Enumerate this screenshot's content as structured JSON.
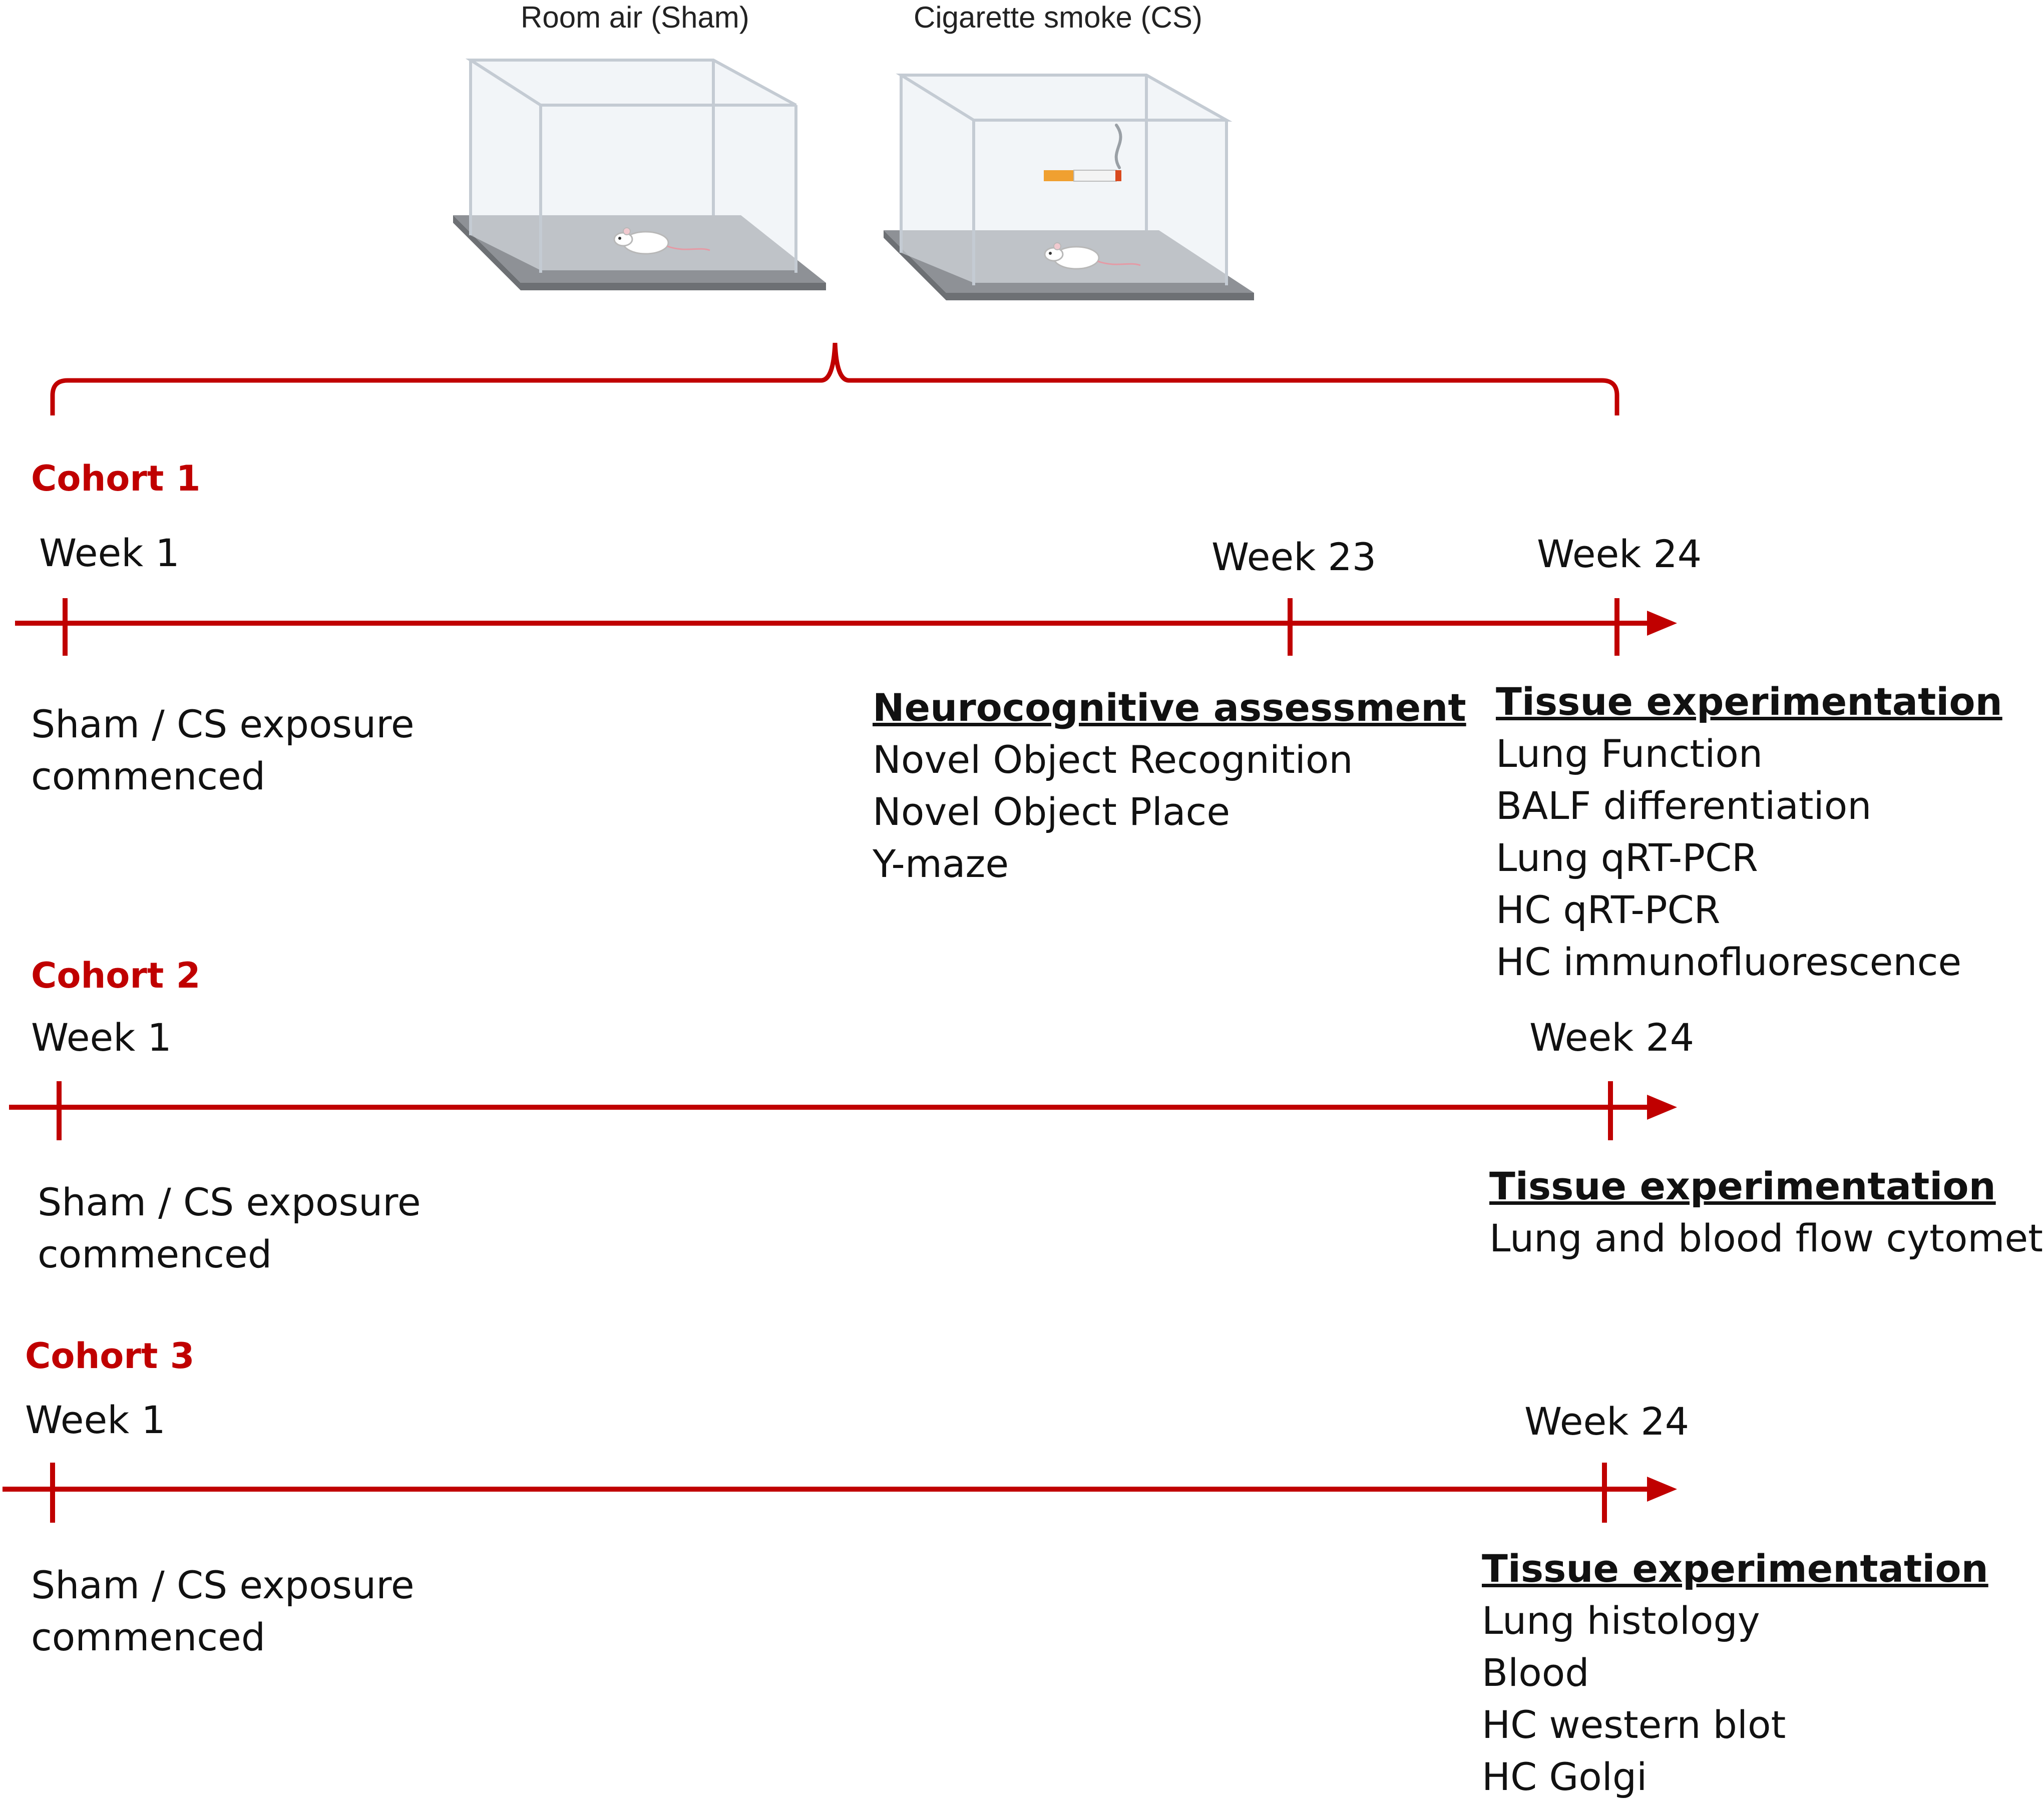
{
  "exposure": {
    "sham_label": "Room air (Sham)",
    "cs_label": "Cigarette smoke (CS)"
  },
  "cohorts": [
    {
      "title": "Cohort 1",
      "week_start": "Week 1",
      "week_mid": "Week 23",
      "week_end": "Week 24",
      "start_text": [
        "Sham / CS exposure",
        "commenced"
      ],
      "mid_heading": "Neurocognitive assessment",
      "mid_items": [
        "Novel Object Recognition",
        "Novel Object Place",
        "Y-maze"
      ],
      "end_heading": "Tissue experimentation",
      "end_items": [
        "Lung Function",
        "BALF differentiation",
        "Lung qRT-PCR",
        "HC qRT-PCR",
        "HC immunofluorescence"
      ]
    },
    {
      "title": "Cohort 2",
      "week_start": "Week 1",
      "week_end": "Week 24",
      "start_text": [
        "Sham / CS exposure",
        "commenced"
      ],
      "end_heading": "Tissue experimentation",
      "end_items": [
        "Lung and blood flow cytometry"
      ]
    },
    {
      "title": "Cohort 3",
      "week_start": "Week 1",
      "week_end": "Week 24",
      "start_text": [
        "Sham / CS exposure",
        "commenced"
      ],
      "end_heading": "Tissue experimentation",
      "end_items": [
        "Lung histology",
        "Blood",
        "HC western blot",
        "HC Golgi"
      ]
    }
  ],
  "colors": {
    "accent": "#c00000",
    "chamber_floor": "#8e9196",
    "chamber_glass": "#e8edf2"
  }
}
